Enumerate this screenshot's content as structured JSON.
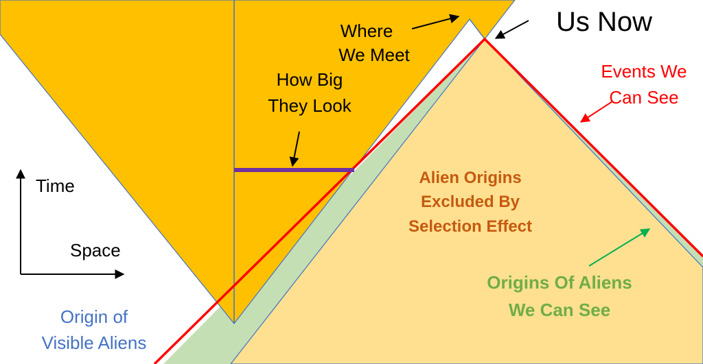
{
  "labels": {
    "us_now": "Us Now",
    "where_we_meet_1": "Where",
    "where_we_meet_2": "We Meet",
    "how_big_1": "How Big",
    "how_big_2": "They Look",
    "events_1": "Events We",
    "events_2": "Can See",
    "excluded_1": "Alien Origins",
    "excluded_2": "Excluded By",
    "excluded_3": "Selection Effect",
    "visible_origins_1": "Origins Of Aliens",
    "visible_origins_2": "We Can See",
    "origin_1": "Origin of",
    "origin_2": "Visible Aliens",
    "axis_time": "Time",
    "axis_space": "Space"
  },
  "colors": {
    "orange_expansion": "#FFC000",
    "light_yellow": "#FFE090",
    "light_green": "#C5DFB4",
    "red_light_cone": "#FF0000",
    "purple_size": "#7030A0",
    "blue_edge": "#4472C4",
    "blue_text": "#4472C4",
    "brown_text": "#C55A11",
    "green_text": "#70AD47",
    "green_arrow": "#00B050",
    "black": "#000000"
  }
}
